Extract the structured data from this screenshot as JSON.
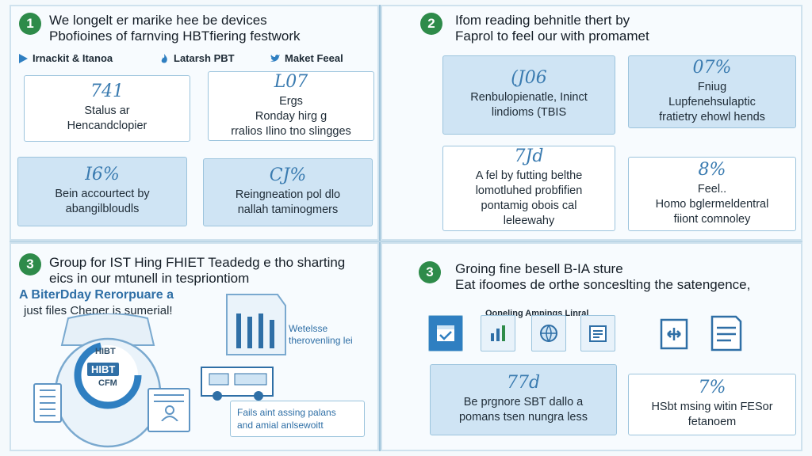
{
  "sections": [
    {
      "number": "1",
      "heading_line1": "We longelt er marike hee be devices",
      "heading_line2": "Pbofioines of farnving  HBTfiering festwork",
      "social": [
        {
          "icon": "play-icon",
          "label": "Irnackit & Itanoa"
        },
        {
          "icon": "flame-icon",
          "label": "Latarsh PBT"
        },
        {
          "icon": "twitter-bird-icon",
          "label": "Maket Feeal"
        }
      ],
      "cards": [
        {
          "stat": "741",
          "lines": [
            "Stalus ar",
            "Hencandclopier"
          ]
        },
        {
          "stat": "L07",
          "lines": [
            "Ergs",
            "Ronday hirg g",
            "rralios Ilino tno slingges"
          ]
        },
        {
          "stat": "I6%",
          "lines": [
            "Bein accourtect by",
            "abangilbloudls"
          ]
        },
        {
          "stat": "CJ%",
          "lines": [
            "Reingneation pol dlo",
            "nallah taminogmers"
          ]
        }
      ]
    },
    {
      "number": "2",
      "heading_line1": "Ifom reading behnitle thert by",
      "heading_line2": "Faprol to feel our with promamet",
      "cards": [
        {
          "stat": "(J06",
          "lines": [
            "Renbulopienatle, Ininct",
            "lindioms (TBIS"
          ]
        },
        {
          "stat": "07%",
          "lines": [
            "Fniug",
            "Lupfenehsulaptic",
            "fratietry ehowl hends"
          ]
        },
        {
          "stat": "7Jd",
          "lines": [
            "A fel by futting belthe",
            "lomotluhed probfifien",
            "pontamig obois cal",
            "leleewahy"
          ]
        },
        {
          "stat": "8%",
          "lines": [
            "Feel..",
            "Homo bglermeldentral",
            "fiiont comnoley"
          ]
        }
      ]
    },
    {
      "number": "3",
      "heading_line1": "Group for IST Hing FHIET Teadedg e tho sharting",
      "heading_line2": "eics in our mtunell in tespriontiom",
      "highlight": "A BiterDday Rerorpuare  a",
      "sub": "just files Cheper is sumerial!",
      "device_title": "HIBT",
      "device_badge": "HIBT",
      "device_sub": "CFM",
      "truck_label1": "Wetelsse",
      "truck_label2": "therovenling lei",
      "note_line1": "Fails aint assing palans",
      "note_line2": "and amial anlsewoitt"
    },
    {
      "number": "3",
      "heading_line1": "Groing fine besell B-IA sture",
      "heading_line2": "Eat ifoomes de orthe sonceslting the satengence,",
      "toolbar_label": "Ooneling Ampings Linral",
      "tool_icons": [
        "calendar-icon",
        "chart-icon",
        "globe-icon",
        "clipboard-icon"
      ],
      "side_icons": [
        "tag-icon",
        "document-icon"
      ],
      "cards": [
        {
          "stat": "77d",
          "lines": [
            "Be prgnore SBT dallo a",
            "pomans tsen nungra less"
          ]
        },
        {
          "stat": "7%",
          "lines": [
            "HSbt msing witin FESor",
            "fetanoem"
          ]
        }
      ]
    }
  ],
  "colors": {
    "accent": "#3a7bb0",
    "badge": "#2e8b4a",
    "card_blue": "#cfe4f4",
    "border": "#9cc4dd"
  }
}
